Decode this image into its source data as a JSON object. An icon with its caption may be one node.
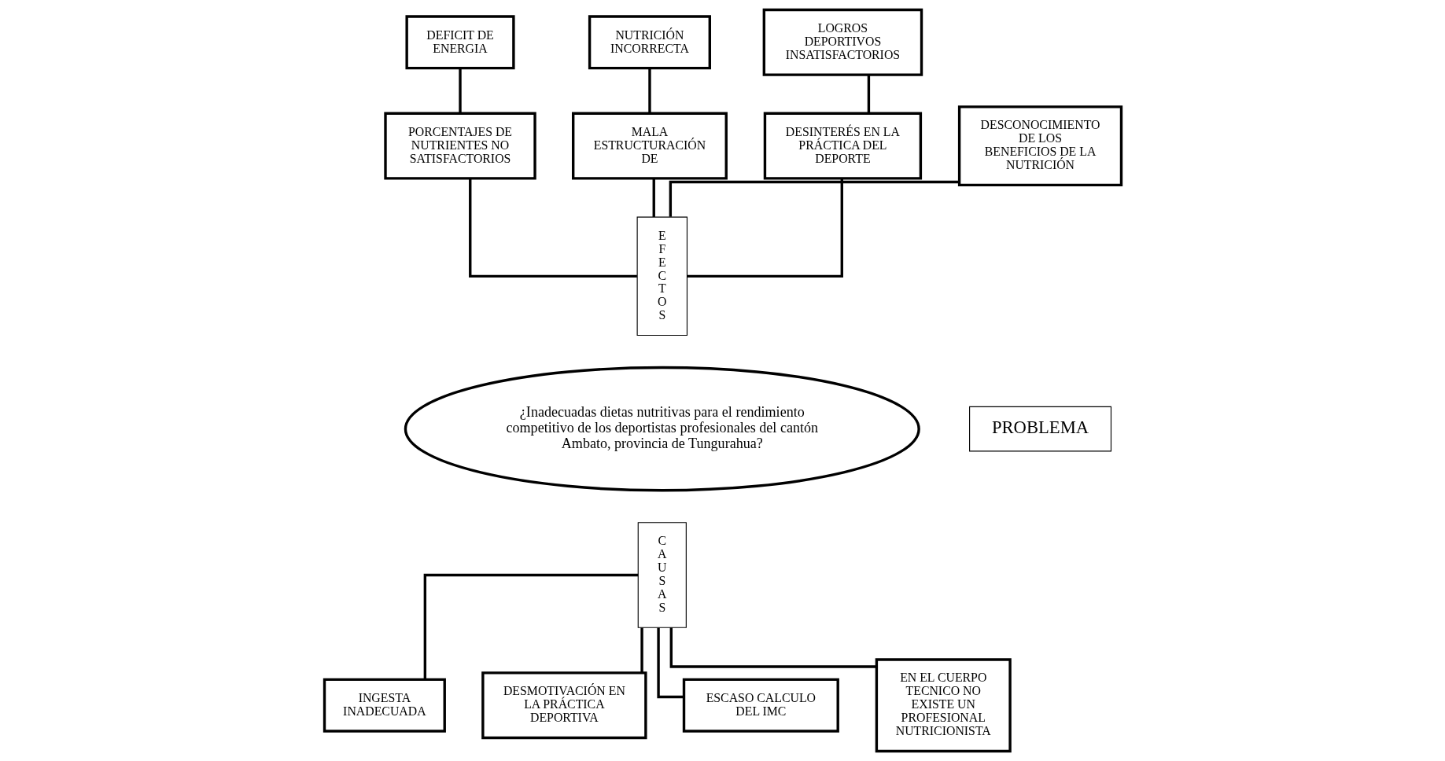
{
  "diagram": {
    "nodes": [
      {
        "text": [
          "DEFICIT DE ENERGIA"
        ]
      },
      {
        "text": [
          "LOGROS DEPORTIVOS INSATISFACTORIOS"
        ]
      },
      {
        "text": [
          "NUTRICIÓN INCORRECTA"
        ]
      },
      {
        "text": [
          "E F E C T O S"
        ]
      },
      {
        "text": [
          "DESCONOCIMIENTO DE LOS BENEFICIOS DE LA NUTRICIÓN"
        ]
      },
      {
        "text": [
          "PORCENTAJES DE NUTRIENTES NO SATISFACTORIOS"
        ]
      },
      {
        "text": [
          "DESINTERÉS EN LA PRÁCTICA DEL DEPORTE"
        ]
      },
      {
        "text": [
          "MALA ESTRUCTURACIÓN DE"
        ]
      },
      {
        "text": [
          "PROBLEMA"
        ]
      },
      {
        "text": [
          "¿Inadecuadas dietas nutritivas para el rendimiento competitivo de los deportistas profesionales del cantón Ambato, provincia de Tungurahua?"
        ]
      },
      {
        "text": [
          "C A U S A S"
        ]
      },
      {
        "text": [
          "INGESTA INADECUADA"
        ]
      },
      {
        "text": [
          "DESMOTIVACIÓN EN LA PRÁCTICA DEPORTIVA"
        ]
      },
      {
        "text": [
          "ESCASO CALCULO DEL IMC"
        ]
      },
      {
        "text": [
          "EN EL CUERPO TECNICO NO EXISTE UN PROFESIONAL NUTRICIONISTA"
        ]
      }
    ],
    "edges": [
      {
        "from": 0,
        "to": 5,
        "arrow": "none"
      },
      {
        "from": 1,
        "to": 6,
        "arrow": "none"
      },
      {
        "from": 2,
        "to": 7,
        "arrow": "none"
      },
      {
        "from": 5,
        "to": 3,
        "arrow": "none"
      },
      {
        "from": 6,
        "to": 3,
        "arrow": "none"
      },
      {
        "from": 7,
        "to": 3,
        "arrow": "none"
      },
      {
        "from": 4,
        "to": 3,
        "arrow": "none"
      },
      {
        "from": 10,
        "to": 11,
        "arrow": "none"
      },
      {
        "from": 10,
        "to": 12,
        "arrow": "none"
      },
      {
        "from": 10,
        "to": 13,
        "arrow": "none"
      },
      {
        "from": 10,
        "to": 14,
        "arrow": "none"
      }
    ]
  }
}
